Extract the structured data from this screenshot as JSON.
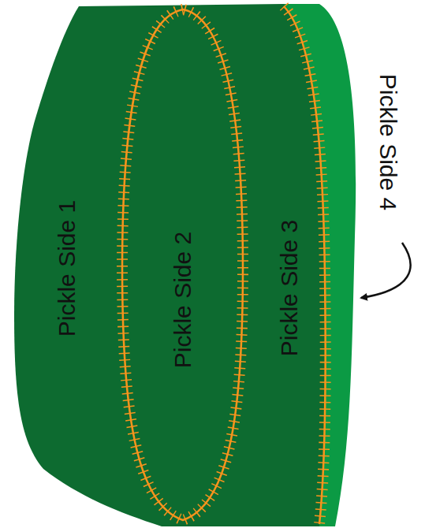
{
  "diagram": {
    "nodes": [
      {
        "text": [
          "Pickle Side 1"
        ]
      },
      {
        "text": [
          "Pickle Side 2"
        ],
        "in": 0
      },
      {
        "text": [
          "Pickle Side 3"
        ],
        "in": 0
      }
    ],
    "labels": [
      "Pickle Side 4"
    ]
  }
}
